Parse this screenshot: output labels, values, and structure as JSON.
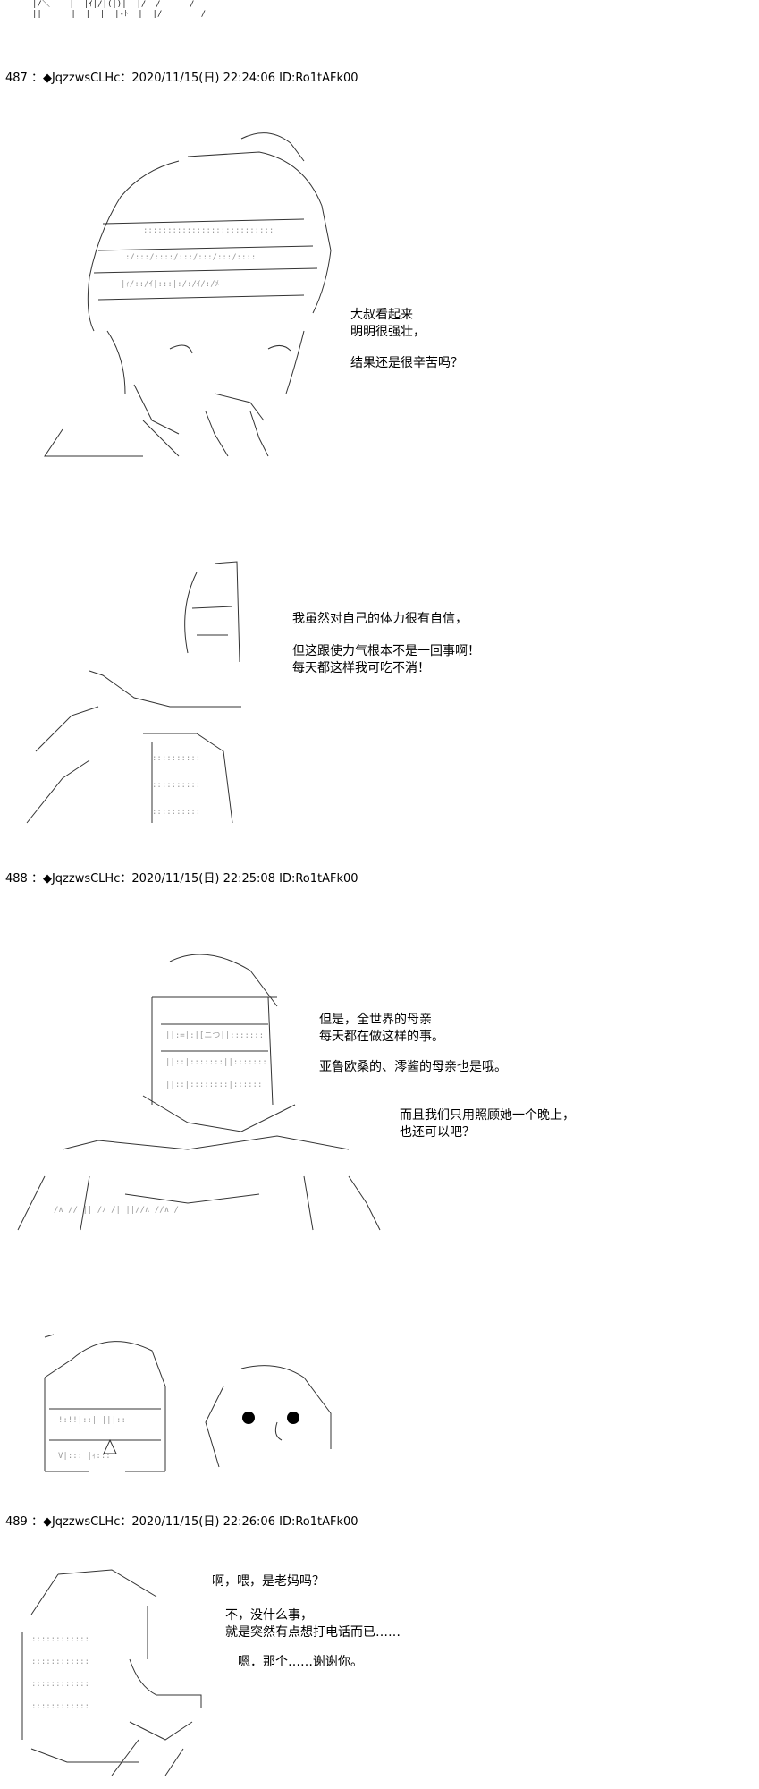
{
  "posts": [
    {
      "number": "487",
      "name": "◆JqzzwsCLHc",
      "date": "2020/11/15(日) 22:24:06",
      "id": "ID:Ro1tAFk00"
    },
    {
      "number": "488",
      "name": "◆JqzzwsCLHc",
      "date": "2020/11/15(日) 22:25:08",
      "id": "ID:Ro1tAFk00"
    },
    {
      "number": "489",
      "name": "◆JqzzwsCLHc",
      "date": "2020/11/15(日) 22:26:06",
      "id": "ID:Ro1tAFk00"
    }
  ],
  "dialogues": [
    {
      "text": "大叔看起来\n明明很强壮，"
    },
    {
      "text": "结果还是很辛苦吗？"
    },
    {
      "text": "我虽然对自己的体力很有自信，"
    },
    {
      "text": "但这跟使力气根本不是一回事啊！\n每天都这样我可吃不消！"
    },
    {
      "text": "但是，全世界的母亲\n每天都在做这样的事。"
    },
    {
      "text": "亚鲁欧桑的、澪酱的母亲也是哦。"
    },
    {
      "text": "而且我们只用照顾她一个晚上，\n也还可以吧？"
    },
    {
      "text": "啊，喂，是老妈吗？"
    },
    {
      "text": "不，没什么事，\n就是突然有点想打电话而已……"
    },
    {
      "text": "嗯．那个……谢谢你。"
    }
  ]
}
